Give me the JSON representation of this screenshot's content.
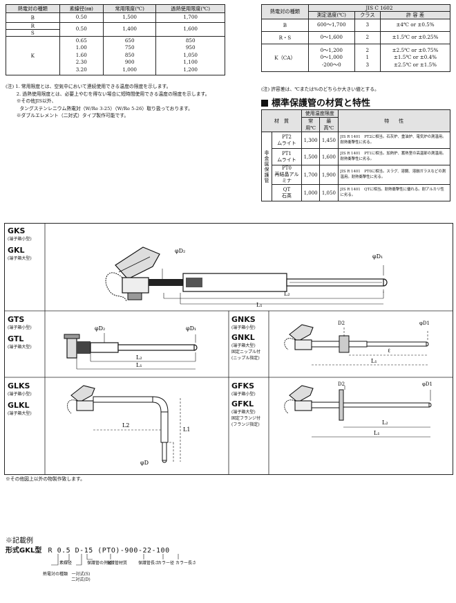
{
  "table_limits": {
    "headers": [
      "熱電対の種類",
      "素線径(㎜)",
      "常用限度(℃)",
      "過熱使用限度(℃)"
    ],
    "rows": [
      {
        "type": "B",
        "dia": [
          "0.50"
        ],
        "normal": [
          "1,500"
        ],
        "over": [
          "1,700"
        ]
      },
      {
        "type": "R",
        "dia": [
          "0.50"
        ],
        "normal": [
          "1,400"
        ],
        "over": [
          "1,600"
        ]
      },
      {
        "type": "S",
        "dia": [],
        "normal": [],
        "over": []
      },
      {
        "type": "K",
        "dia": [
          "0.65",
          "1.00",
          "1.60",
          "2.30",
          "3.20"
        ],
        "normal": [
          "650",
          "750",
          "850",
          "900",
          "1,000"
        ],
        "over": [
          "850",
          "950",
          "1,050",
          "1,100",
          "1,200"
        ]
      }
    ]
  },
  "table_tolerance": {
    "std": "JIS C 1602",
    "headers": [
      "熱電対の種類",
      "測定温度(℃)",
      "クラス",
      "許 容 差"
    ],
    "rows": [
      {
        "type": "B",
        "range": [
          "600～1,700"
        ],
        "cls": [
          "3"
        ],
        "tol": [
          "±4℃ or ±0.5%"
        ]
      },
      {
        "type": "R・S",
        "range": [
          "0～1,600"
        ],
        "cls": [
          "2"
        ],
        "tol": [
          "±1.5℃ or ±0.25%"
        ]
      },
      {
        "type": "K（CA）",
        "range": [
          "0～1,200",
          "0～1,000",
          "-200～0"
        ],
        "cls": [
          "2",
          "1",
          "3"
        ],
        "tol": [
          "±2.5℃ or ±0.75%",
          "±1.5℃ or ±0.4%",
          "±2.5℃ or ±1.5%"
        ]
      }
    ]
  },
  "notes": [
    "(注) 1. 常用限度とは、空気中において連続使用できる温度の限度を示します。",
    "　　 2. 過熱使用限度とは、必要上やむを得ない場合に短時間使用できる温度の限度を示します。",
    "　　 ※その他JIS以外、",
    "　　　タングステンレニウム熱電対（W/Re 3-25）（W/Re 5-26）取り扱っております。",
    "　　 ※ダブルエレメント（二対式）タイプ製作可能です。"
  ],
  "note_tolerance": "(注) 許容差は、℃または%のどちらか大きい値とする。",
  "section_title": "標準保護管の材質と特性",
  "table_material": {
    "headers": {
      "material": "材　質",
      "temp": "使用温度限度",
      "normal": "常用℃",
      "max": "最高℃",
      "feature": "特　　性"
    },
    "group_label": "非金属保護管",
    "rows": [
      {
        "code": "PT2",
        "name": "ムライト",
        "normal": "1,300",
        "max": "1,450",
        "feature": "JIS R 1401　PT2に相当。石灰炉、重油炉、電気炉の測温用。耐熱衝撃性に劣る。"
      },
      {
        "code": "PT1",
        "name": "ムライト",
        "normal": "1,500",
        "max": "1,600",
        "feature": "JIS R 1401　PT1に相当。加熱炉、蓄熱室の高温部の測温用。耐熱衝撃性に劣る。"
      },
      {
        "code": "PT0",
        "name": "再結晶アルミナ",
        "normal": "1,700",
        "max": "1,900",
        "feature": "JIS R 1401　PT0に相当。スラグ、溶鋼、溶融ガラスなどの測温用。耐熱衝撃性に劣る。"
      },
      {
        "code": "QT",
        "name": "石英",
        "normal": "1,000",
        "max": "1,050",
        "feature": "JIS R 1401　QTに相当。耐熱衝撃性に優れる。耐アルカリ性に劣る。"
      }
    ]
  },
  "diagrams": {
    "gks": {
      "name1": "GKS",
      "sub1": "(端子箱小型)",
      "name2": "GKL",
      "sub2": "(端子箱大型)",
      "d2": "φD₂",
      "d1": "φD₁",
      "l2": "L₂",
      "l1": "L₁"
    },
    "gts": {
      "name1": "GTS",
      "sub1": "(端子箱小型)",
      "name2": "GTL",
      "sub2": "(端子箱大型)",
      "d2": "φD₂",
      "d1": "φD₁",
      "l2": "L₂",
      "l1": "L₁"
    },
    "gnks": {
      "name1": "GNKS",
      "sub1": "(端子箱小型)",
      "name2": "GNKL",
      "sub2": "(端子箱大型)",
      "sub3": "固定ニップル付",
      "sub4": "(ニップル指定)",
      "d2": "D2",
      "d1": "φD1",
      "l": "ℓ",
      "l1": "L₁"
    },
    "glks": {
      "name1": "GLKS",
      "sub1": "(端子箱小型)",
      "name2": "GLKL",
      "sub2": "(端子箱大型)",
      "l2": "L2",
      "l1": "L1",
      "d": "φD"
    },
    "gfks": {
      "name1": "GFKS",
      "sub1": "(端子箱小型)",
      "name2": "GFKL",
      "sub2": "(端子箱大型)",
      "sub3": "固定フランジ付",
      "sub4": "(フランジ指定)",
      "d2": "D2",
      "d1": "φD1",
      "l2": "L₂",
      "l1": "L₁"
    }
  },
  "footnote": "※その他図上以外の物製作致します。",
  "example": {
    "title": "※記載例",
    "model": "形式GKL型",
    "code": "R 0.5 D-15 (PTO)-900-22-100",
    "labels": [
      "熱電対の種類",
      "素線径",
      "一対式(S) 二対式(D)",
      "保護管の外径",
      "保護管材質",
      "保護管長さ",
      "カラー径",
      "カラー長さ"
    ]
  },
  "colors": {
    "line": "#222222",
    "header_bg": "#e3e3e3",
    "rod": "#111111"
  }
}
